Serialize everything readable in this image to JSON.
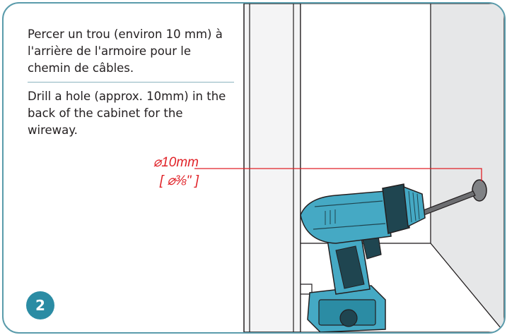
{
  "instructions": {
    "french": "Percer un trou (environ 10 mm) à l'arrière de l'armoire pour le chemin de câbles.",
    "english": "Drill a hole (approx. 10mm) in the back of the cabinet for the wireway."
  },
  "step": {
    "number": "2"
  },
  "dimension": {
    "metric": "⌀10mm",
    "imperial": "[ ⌀⅜\" ]"
  },
  "colors": {
    "frame": "#5a9bab",
    "badge": "#2b8ca4",
    "dimension_line": "#e02127",
    "drill_body": "#45a9c4",
    "drill_dark": "#1f4550",
    "wall": "#e6e7e8"
  }
}
